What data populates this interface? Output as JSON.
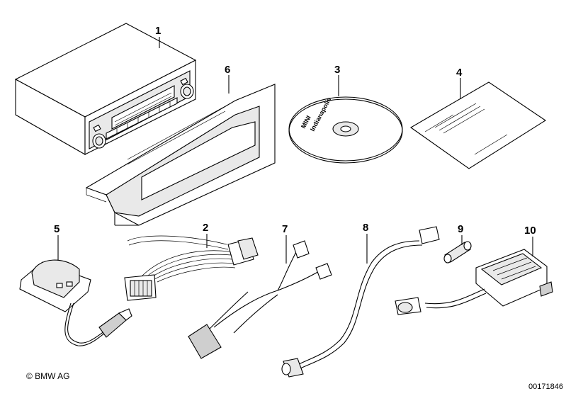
{
  "diagram": {
    "part_numbers": [
      "1",
      "6",
      "3",
      "4",
      "5",
      "2",
      "7",
      "8",
      "9",
      "10"
    ],
    "cd_label_line1": "MINI",
    "cd_label_line2": "Indianapolis",
    "copyright": "© BMW AG",
    "image_number": "00171846"
  }
}
